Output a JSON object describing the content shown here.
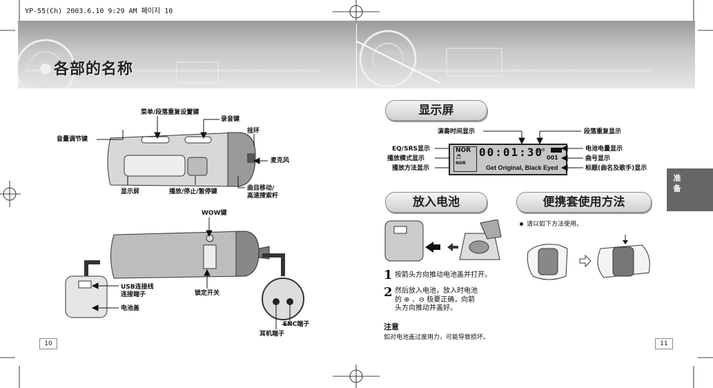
{
  "header": {
    "text": "YP-55(Ch) 2003.6.10 9:29 AM 페이지 10"
  },
  "left_page": {
    "title": "各部的名称",
    "page_number": "10",
    "player_labels": {
      "menu_key": "菜单/段落重复设置键",
      "mute_key": "录音键",
      "strap": "挂环",
      "volume_key": "音量调节键",
      "mic": "麦克风",
      "display": "显示屏",
      "play_key": "播放/停止/暂停键",
      "track_move": "曲目移动/\n高速搜索杆"
    },
    "body_labels": {
      "wow_key": "WOW键",
      "usb": "USB连接线\n连接端子",
      "battery_cover": "电池盖",
      "lock_switch": "锁定开关",
      "enc": "ENC端子",
      "earphone": "耳机端子"
    }
  },
  "right_page": {
    "page_number": "11",
    "side_tab": "准\n备",
    "display_section": {
      "title": "显示屏",
      "labels": {
        "play_time": "演奏时间显示",
        "repeat": "段落重复显示",
        "eq": "EQ/SRS显示",
        "battery": "电池电量显示",
        "play_mode": "播放模式显示",
        "track_no": "曲号显示",
        "play_method": "播放方法显示",
        "title_info": "标题(曲名及歌手)显示"
      },
      "lcd": {
        "nor": "NOR",
        "time": "00:01:30",
        "ab": "A↔B",
        "track": "001",
        "nor_small": "NOR",
        "song": "Get Original, Black Eyed"
      }
    },
    "battery_section": {
      "title": "放入电池",
      "steps": [
        {
          "num": "1",
          "text": "按箭头方向推动电池盖并打开。"
        },
        {
          "num": "2",
          "text": "然后放入电池，放入时电池\n的 ⊕ 、⊖ 极要正确，向箭\n头方向推动并盖好。"
        }
      ],
      "note_title": "注意",
      "note_text": "如对电池盖过度用力，可能导致损坏。"
    },
    "case_section": {
      "title": "便携套使用方法",
      "bullet": "请以如下方法使用。"
    }
  }
}
